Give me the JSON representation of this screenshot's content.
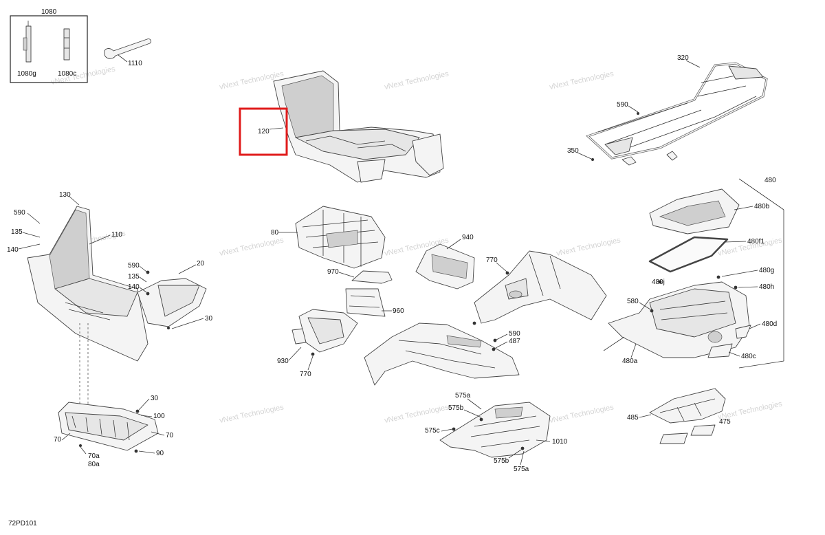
{
  "diagram_code": "72PD101",
  "watermark_text": "vNext Technologies",
  "highlight_color": "#e01b1b",
  "kit_box_label": "1080",
  "callouts": {
    "c1080g": "1080g",
    "c1080c": "1080c",
    "c1110": "1110",
    "c120": "120",
    "c320": "320",
    "c590a": "590",
    "c350": "350",
    "c130": "130",
    "c590b": "590",
    "c135a": "135",
    "c140a": "140",
    "c110": "110",
    "c590c": "590",
    "c135b": "135",
    "c140b": "140",
    "c20": "20",
    "c30a": "30",
    "c80": "80",
    "c970": "970",
    "c960": "960",
    "c930": "930",
    "c770a": "770",
    "c940": "940",
    "c770b": "770",
    "c590d": "590",
    "c487": "487",
    "c480": "480",
    "c480b": "480b",
    "c480f1": "480f1",
    "c480g": "480g",
    "c480j": "480j",
    "c480h": "480h",
    "c580": "580",
    "c480d": "480d",
    "c480a": "480a",
    "c480c": "480c",
    "c30b": "30",
    "c100": "100",
    "c70a": "70",
    "c70b": "70",
    "c90": "90",
    "c70a2": "70a",
    "c80a": "80a",
    "c575a1": "575a",
    "c575b1": "575b",
    "c575c": "575c",
    "c1010": "1010",
    "c575b2": "575b",
    "c575a2": "575a",
    "c485": "485",
    "c475": "475"
  }
}
